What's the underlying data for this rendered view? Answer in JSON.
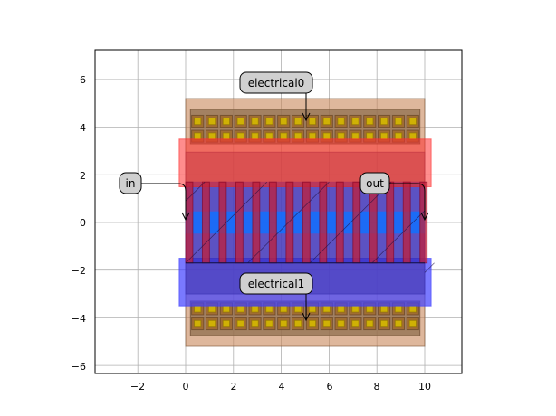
{
  "axes": {
    "x_ticks": [
      "−2",
      "0",
      "2",
      "4",
      "6",
      "8",
      "10"
    ],
    "y_ticks": [
      "6",
      "4",
      "2",
      "0",
      "−2",
      "−4",
      "−6"
    ],
    "xlim": [
      -3.8,
      11.55
    ],
    "ylim": [
      -6.3,
      7.25
    ],
    "grid": true
  },
  "annotations": {
    "electrical0": "electrical0",
    "electrical1": "electrical1",
    "in": "in",
    "out": "out"
  },
  "colors": {
    "substrate": "#c8875a",
    "contact_frame": "#8a6a4a",
    "contact": "#d4b800",
    "gate_bar": "#ff3030",
    "finger": "#c0203a",
    "active": "#3030d0",
    "diffusion": "#1070ff"
  }
}
